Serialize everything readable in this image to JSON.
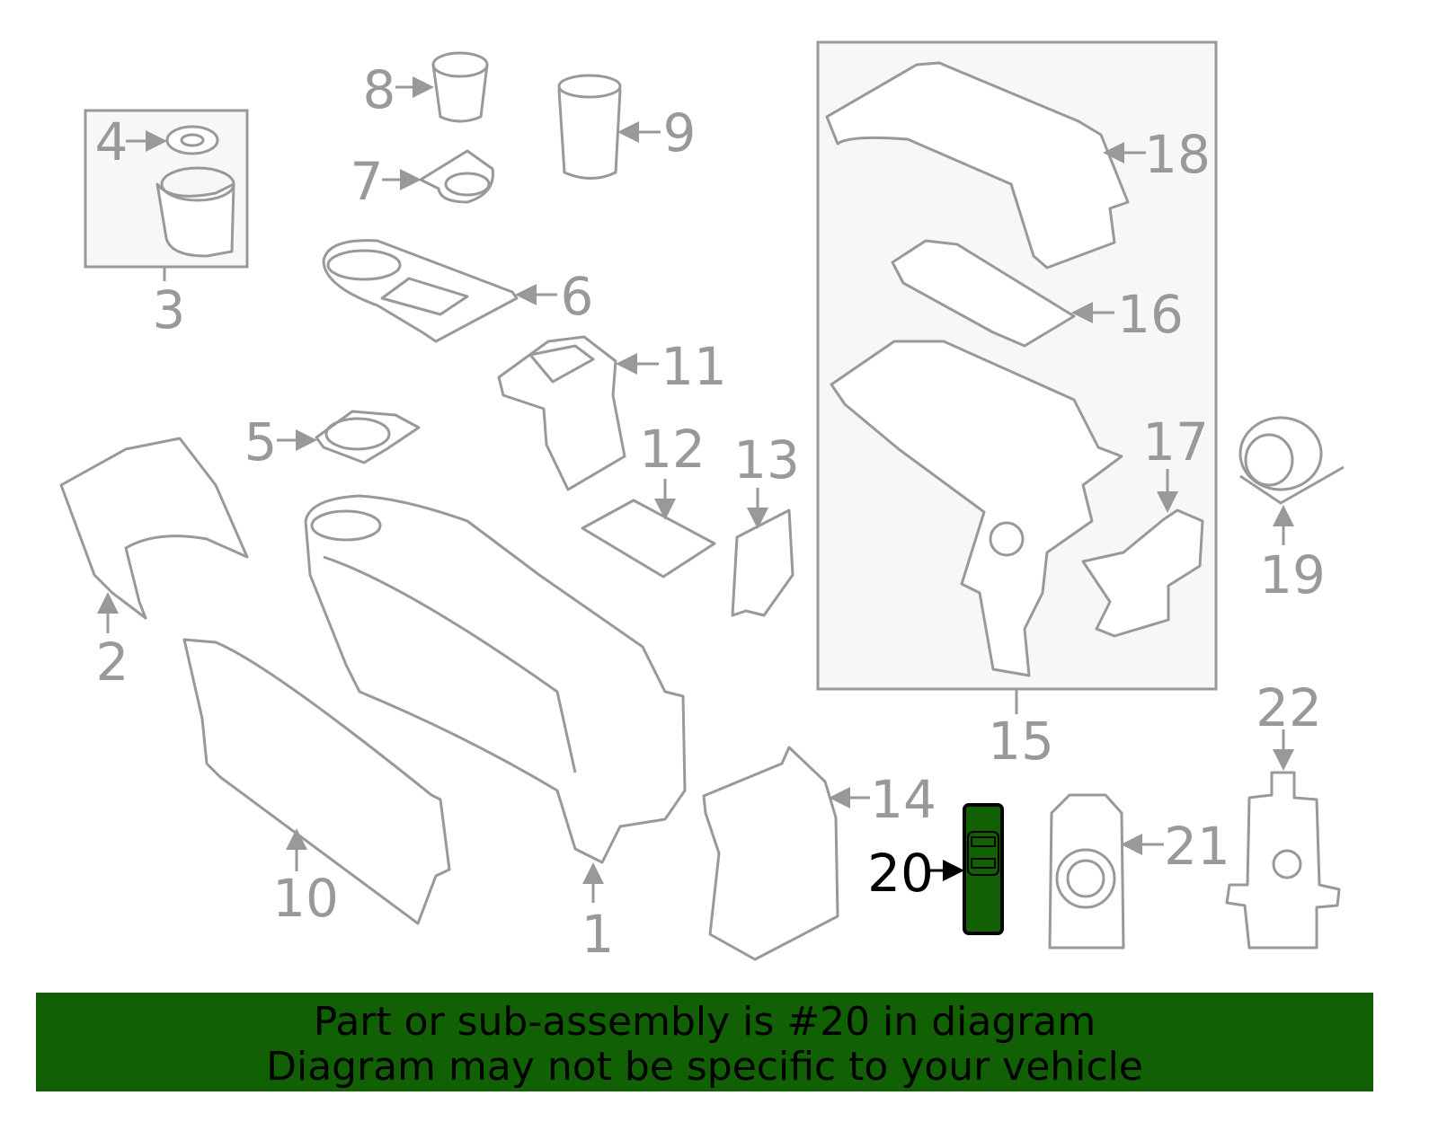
{
  "highlight_color": "#116104",
  "part_line_color": "#999999",
  "parts": {
    "p1": {
      "label": "1"
    },
    "p2": {
      "label": "2"
    },
    "p3": {
      "label": "3"
    },
    "p4": {
      "label": "4"
    },
    "p5": {
      "label": "5"
    },
    "p6": {
      "label": "6"
    },
    "p7": {
      "label": "7"
    },
    "p8": {
      "label": "8"
    },
    "p9": {
      "label": "9"
    },
    "p10": {
      "label": "10"
    },
    "p11": {
      "label": "11"
    },
    "p12": {
      "label": "12"
    },
    "p13": {
      "label": "13"
    },
    "p14": {
      "label": "14"
    },
    "p15": {
      "label": "15"
    },
    "p16": {
      "label": "16"
    },
    "p17": {
      "label": "17"
    },
    "p18": {
      "label": "18"
    },
    "p19": {
      "label": "19"
    },
    "p20": {
      "label": "20"
    },
    "p21": {
      "label": "21"
    },
    "p22": {
      "label": "22"
    }
  },
  "banner": {
    "line1": "Part or sub-assembly is #20 in diagram",
    "line2": "Diagram may not be specific to your vehicle"
  }
}
